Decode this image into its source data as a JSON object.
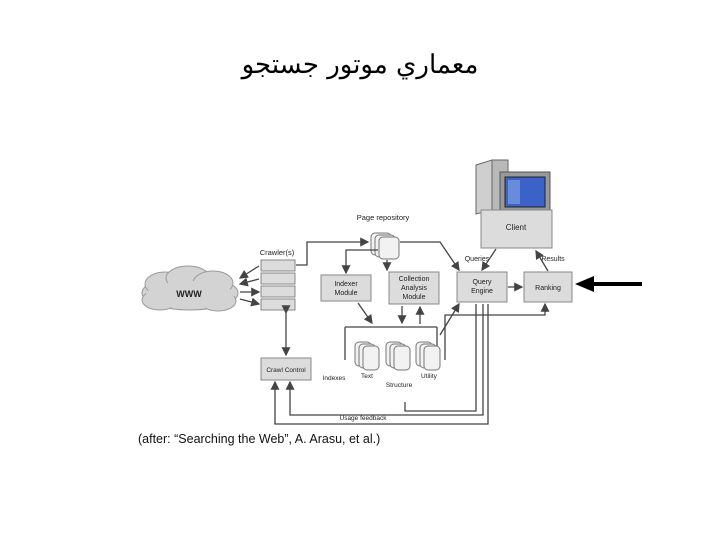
{
  "title": "معماري موتور جستجو",
  "diagram": {
    "labels": {
      "page_repository": "Page repository",
      "crawlers": "Crawler(s)",
      "www": "WWW",
      "indexer_line1": "Indexer",
      "indexer_line2": "Module",
      "collection_line1": "Collection",
      "collection_line2": "Analysis",
      "collection_line3": "Module",
      "client": "Client",
      "queries": "Queries",
      "results": "Results",
      "query_line1": "Query",
      "query_line2": "Engine",
      "ranking": "Ranking",
      "crawl_control": "Crawl Control",
      "indexes": "Indexes",
      "text": "Text",
      "structure": "Structure",
      "utility": "Utility",
      "usage_feedback": "Usage feedback"
    },
    "highlight_arrow_target": "Ranking"
  },
  "caption": "(after: “Searching the Web”, A. Arasu, et al.)"
}
